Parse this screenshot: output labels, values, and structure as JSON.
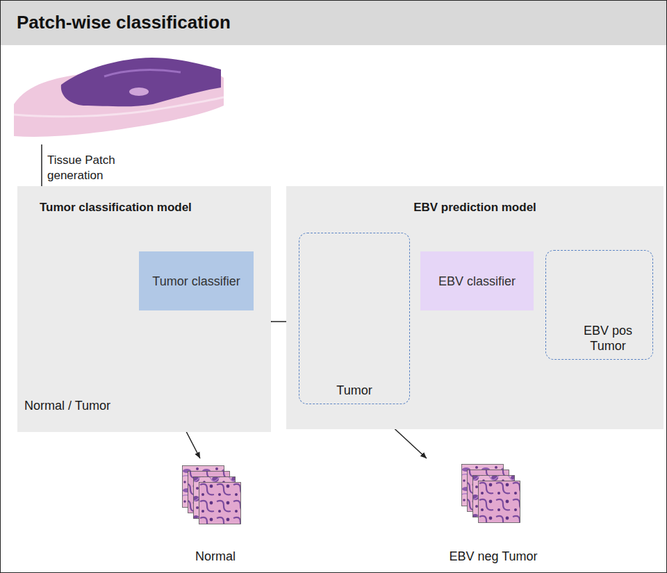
{
  "diagram": {
    "title": "Patch-wise classification",
    "nodes": [
      {
        "text": [
          "Tumor classification model"
        ]
      },
      {
        "text": [
          "Tumor classifier"
        ],
        "in": 0
      },
      {
        "text": [
          "EBV prediction model"
        ]
      },
      {
        "text": [
          "Tumor"
        ],
        "in": 2
      },
      {
        "text": [
          "EBV classifier"
        ],
        "in": 2
      },
      {
        "text": [
          "EBV pos Tumor"
        ],
        "in": 2
      }
    ],
    "edges": [
      {
        "from": 0,
        "to": 3,
        "arrow": "to"
      },
      {
        "from": 3,
        "to": 5,
        "arrow": "to"
      }
    ],
    "labels": [
      "Tissue Patch generation",
      "Normal / Tumor",
      "Normal",
      "EBV neg Tumor"
    ]
  }
}
